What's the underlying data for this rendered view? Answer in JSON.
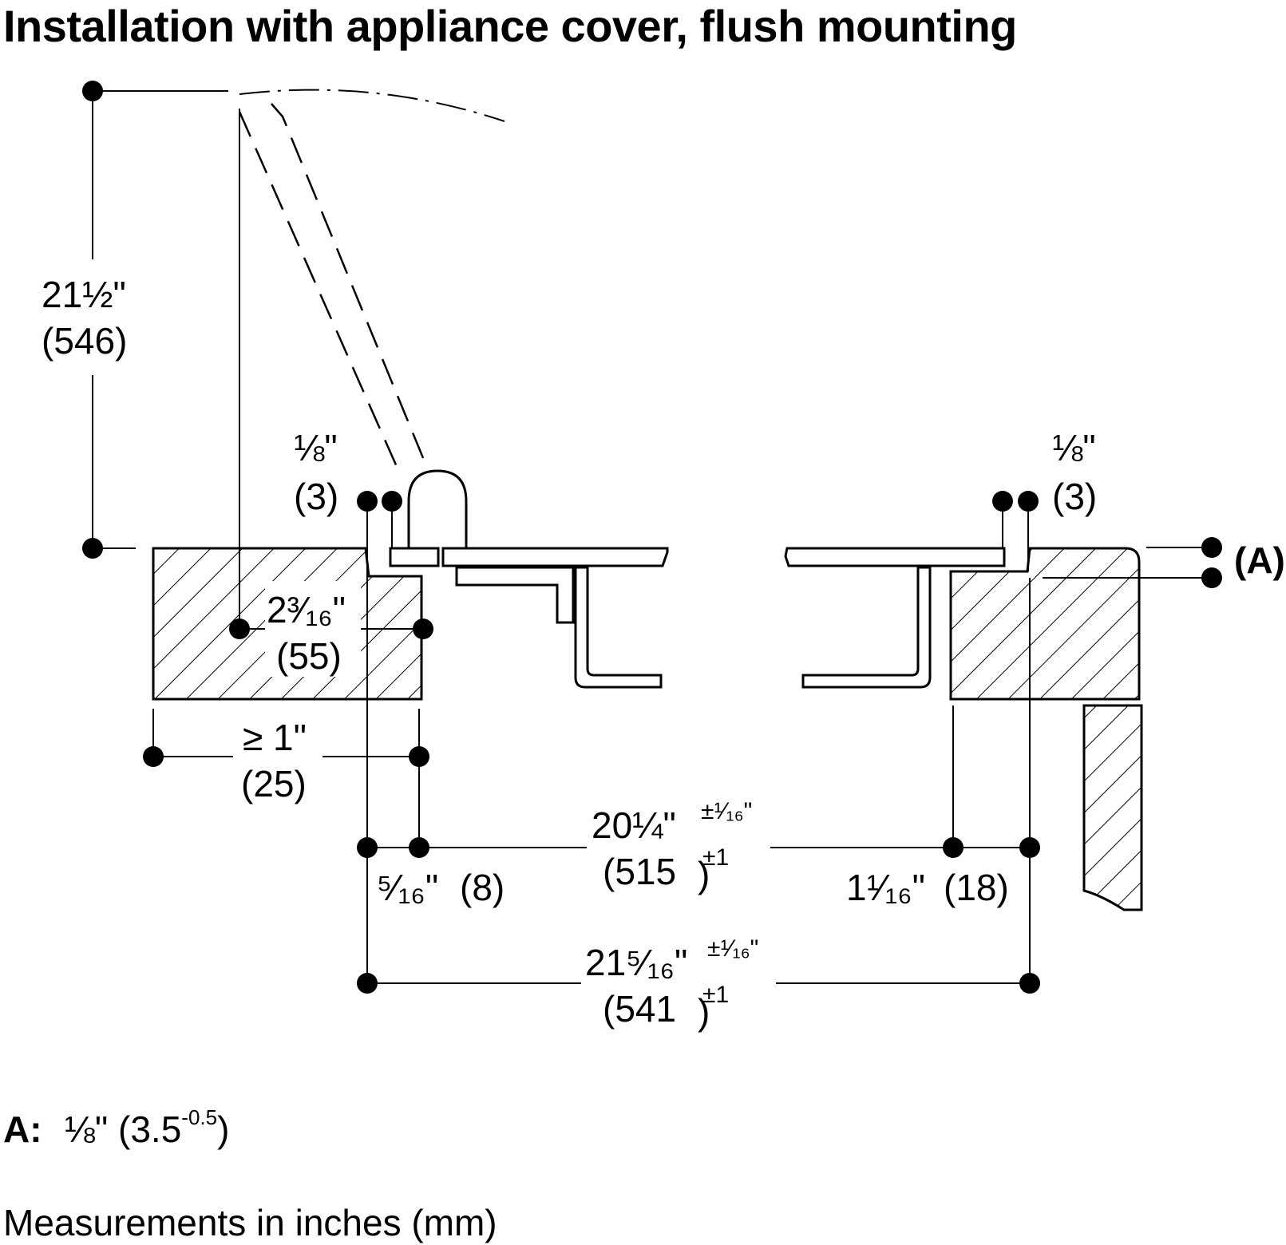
{
  "title": "Installation with appliance cover, flush mounting",
  "dims": {
    "height": {
      "in": "21½\"",
      "mm": "(546)"
    },
    "gap_left": {
      "in": "⅛\"",
      "mm": "(3)"
    },
    "gap_right": {
      "in": "⅛\"",
      "mm": "(3)"
    },
    "depth": {
      "in": "2³⁄₁₆\"",
      "mm": "(55)"
    },
    "front_min": {
      "in": "≥ 1\"",
      "mm": "(25)"
    },
    "left_offset": {
      "in": "⁵⁄₁₆\"",
      "mm": "(8)"
    },
    "cutout": {
      "in": "20¼\"",
      "tol_in": "±¹⁄₁₆\"",
      "mm": "(515",
      "tol_mm": "±1",
      "mm_close": ")"
    },
    "right_offset": {
      "in": "1¹⁄₁₆\"",
      "mm": "(18)"
    },
    "overall": {
      "in": "21⁵⁄₁₆\"",
      "tol_in": "±¹⁄₁₆\"",
      "mm": "(541",
      "tol_mm": "±1",
      "mm_close": ")"
    },
    "a_marker": "(A)"
  },
  "notes": {
    "a_key": "A:",
    "a_value": "⅛\" (3.5",
    "a_sup": "-0.5",
    "a_close": ")",
    "units": "Measurements in inches (mm)"
  }
}
